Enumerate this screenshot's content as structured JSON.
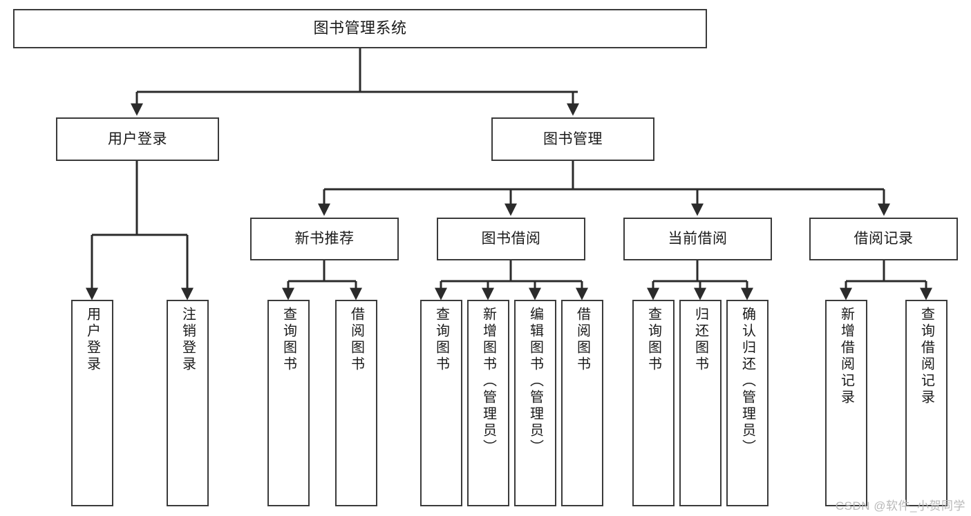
{
  "diagram": {
    "type": "tree-hierarchy-chart",
    "title": "图书管理系统",
    "colors": {
      "box_border": "#3a3a3a",
      "box_fill": "#ffffff",
      "edge": "#2b2b2b",
      "text": "#1a1a1a",
      "watermark": "#b9b9b9"
    },
    "root": {
      "label": "图书管理系统"
    },
    "level2": [
      {
        "label": "用户登录"
      },
      {
        "label": "图书管理"
      }
    ],
    "level3": [
      {
        "label": "新书推荐"
      },
      {
        "label": "图书借阅"
      },
      {
        "label": "当前借阅"
      },
      {
        "label": "借阅记录"
      }
    ],
    "leaves": {
      "user_login": [
        {
          "label": "用户登录"
        },
        {
          "label": "注销登录"
        }
      ],
      "new_book_recommend": [
        {
          "label": "查询图书"
        },
        {
          "label": "借阅图书"
        }
      ],
      "book_borrow": [
        {
          "label": "查询图书"
        },
        {
          "label": "新增图书（管理员）"
        },
        {
          "label": "编辑图书（管理员）"
        },
        {
          "label": "借阅图书"
        }
      ],
      "current_borrow": [
        {
          "label": "查询图书"
        },
        {
          "label": "归还图书"
        },
        {
          "label": "确认归还（管理员）"
        }
      ],
      "borrow_record": [
        {
          "label": "新增借阅记录"
        },
        {
          "label": "查询借阅记录"
        }
      ]
    }
  },
  "watermark": {
    "text": "CSDN @软件_小贺同学"
  }
}
